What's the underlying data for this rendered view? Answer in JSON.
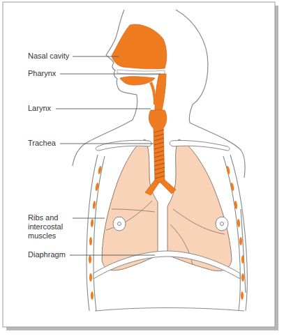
{
  "diagram": {
    "labels": [
      "Nasal cavity",
      "Pharynx",
      "Larynx",
      "Trachea",
      "Ribs and intercostal muscles",
      "Diaphragm"
    ]
  }
}
